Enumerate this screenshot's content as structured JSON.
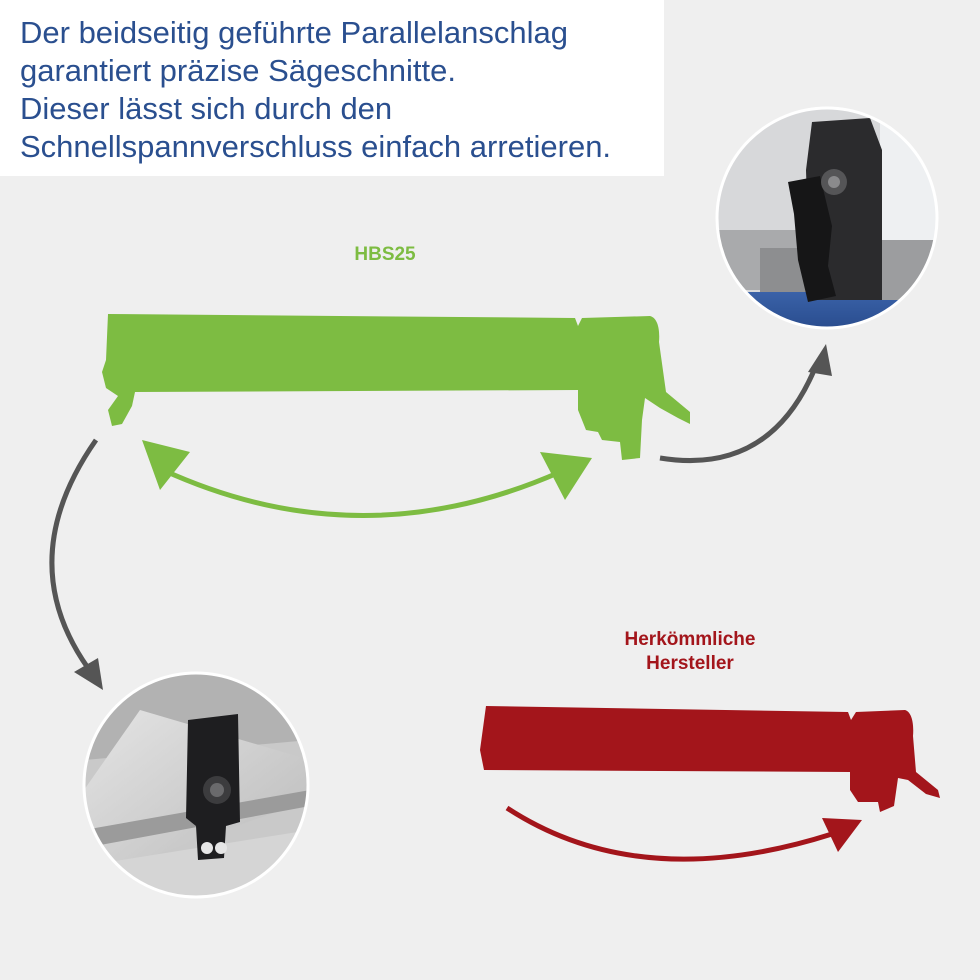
{
  "headline": {
    "lines": [
      "Der beidseitig geführte Parallelanschlag",
      "garantiert präzise Sägeschnitte.",
      "Dieser lässt sich durch den",
      "Schnellspannverschluss einfach arretieren."
    ]
  },
  "labels": {
    "hbs": "HBS25",
    "conventional_line1": "Herkömmliche",
    "conventional_line2": "Hersteller"
  },
  "colors": {
    "headline_text": "#2a4f8f",
    "hbs_green": "#7dbc42",
    "conventional_red": "#a3151b",
    "arrow_gray": "#555555",
    "background": "#efefef"
  },
  "icons": {
    "green_fence": "fence-silhouette-icon",
    "red_fence": "fence-silhouette-icon",
    "clamp_photo": "quick-clamp-lever-photo",
    "rear_guide_photo": "rear-guide-clamp-photo"
  }
}
